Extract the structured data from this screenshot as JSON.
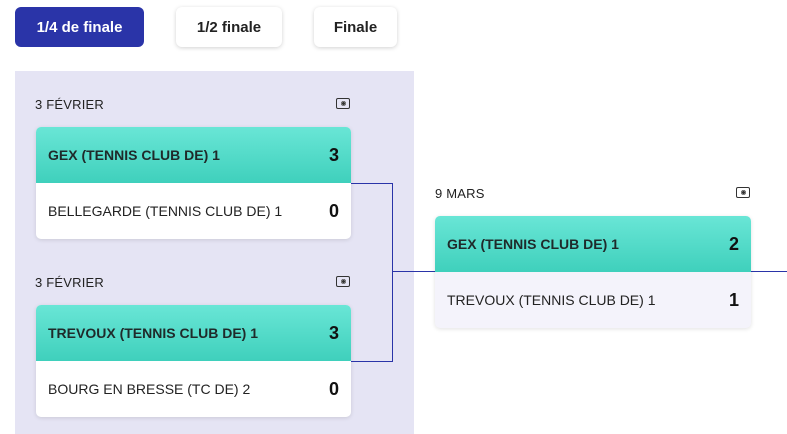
{
  "tabs": [
    {
      "label": "1/4 de finale",
      "active": true
    },
    {
      "label": "1/2 finale",
      "active": false
    },
    {
      "label": "Finale",
      "active": false
    }
  ],
  "rounds": [
    {
      "matches": [
        {
          "date": "3 FÉVRIER",
          "icon": "video-icon",
          "teams": [
            {
              "name": "GEX (TENNIS CLUB DE) 1",
              "score": "3",
              "winner": true
            },
            {
              "name": "BELLEGARDE (TENNIS CLUB DE) 1",
              "score": "0",
              "winner": false
            }
          ]
        },
        {
          "date": "3 FÉVRIER",
          "icon": "video-icon",
          "teams": [
            {
              "name": "TREVOUX (TENNIS CLUB DE) 1",
              "score": "3",
              "winner": true
            },
            {
              "name": "BOURG EN BRESSE (TC DE) 2",
              "score": "0",
              "winner": false
            }
          ]
        }
      ]
    },
    {
      "matches": [
        {
          "date": "9 MARS",
          "icon": "video-icon",
          "teams": [
            {
              "name": "GEX (TENNIS CLUB DE) 1",
              "score": "2",
              "winner": true
            },
            {
              "name": "TREVOUX (TENNIS CLUB DE) 1",
              "score": "1",
              "winner": false
            }
          ]
        }
      ]
    }
  ],
  "colors": {
    "active_tab": "#2a34a8",
    "round_background": "#e5e4f4",
    "winner_gradient_top": "#69e6d6",
    "winner_gradient_bottom": "#3fd0bc",
    "connector": "#2a34a8"
  }
}
